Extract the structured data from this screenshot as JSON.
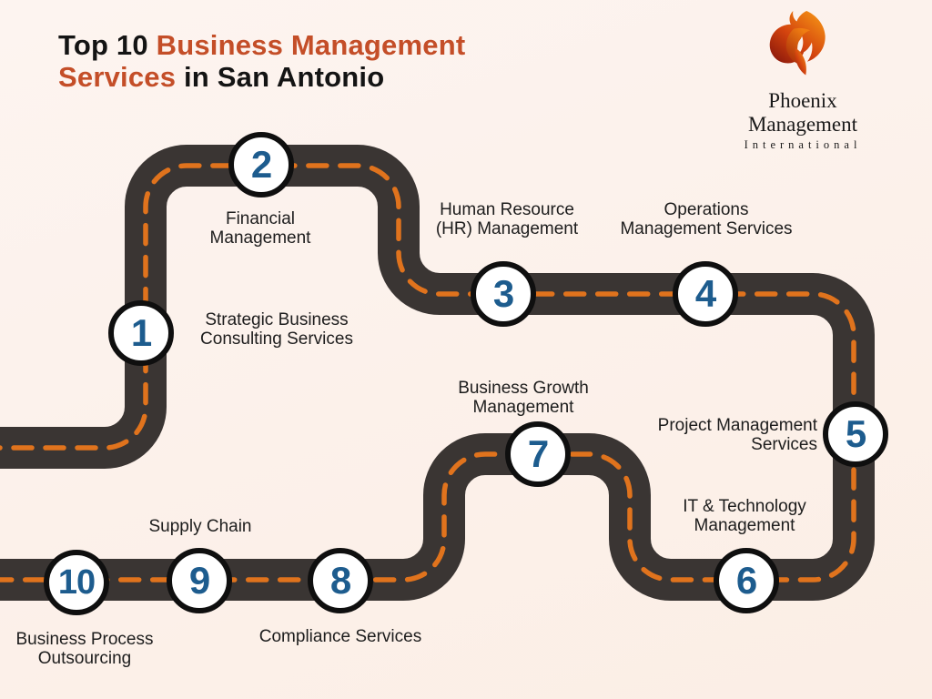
{
  "title": {
    "line1_dark": "Top 10 ",
    "line1_accent": "Business Management",
    "line2_accent": "Services ",
    "line2_dark": "in San Antonio"
  },
  "logo": {
    "name": "Phoenix Management",
    "subtitle": "International",
    "icon": "phoenix-flame-icon"
  },
  "stops": [
    {
      "number": "1",
      "label": "Strategic Business\nConsulting Services"
    },
    {
      "number": "2",
      "label": "Financial\nManagement"
    },
    {
      "number": "3",
      "label": "Human Resource\n(HR) Management"
    },
    {
      "number": "4",
      "label": "Operations\nManagement Services"
    },
    {
      "number": "5",
      "label": "Project Management\nServices"
    },
    {
      "number": "6",
      "label": "IT & Technology\nManagement"
    },
    {
      "number": "7",
      "label": "Business Growth\nManagement"
    },
    {
      "number": "8",
      "label": "Compliance Services"
    },
    {
      "number": "9",
      "label": "Supply Chain"
    },
    {
      "number": "10",
      "label": "Business Process\nOutsourcing"
    }
  ],
  "colors": {
    "background_from": "#fdf4f0",
    "background_to": "#fbeee5",
    "road": "#3a3533",
    "dash": "#e0731d",
    "circle_border": "#0f0f0f",
    "circle_fill": "#ffffff",
    "number": "#1d5c8e",
    "title_dark": "#141414",
    "title_accent": "#c44e28",
    "label": "#1d1d1d"
  }
}
